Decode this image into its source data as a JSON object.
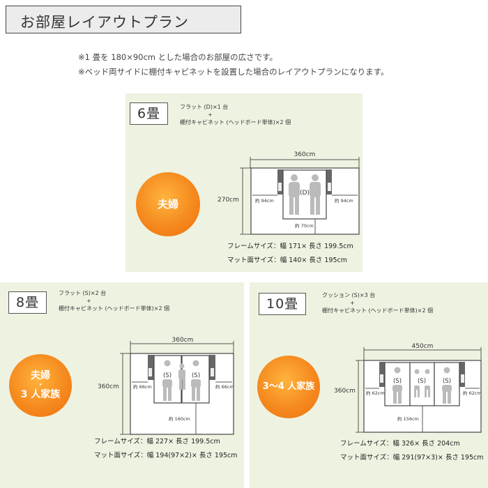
{
  "title": "お部屋レイアウトプラン",
  "notes": [
    "※1 畳を 180×90cm とした場合のお部屋の広さです。",
    "※ベッド両サイドに棚付キャビネットを設置した場合のレイアウトプランになります。"
  ],
  "plans": {
    "six": {
      "size": "6畳",
      "items_line1": "フラット (D)×1 台",
      "plus": "+",
      "items_line2": "棚付キャビネット (ヘッドボード単体)×2 個",
      "circle_label": "夫婦",
      "width_label": "360cm",
      "height_label": "270cm",
      "left_gap": "約 94cm",
      "right_gap": "約 94cm",
      "bottom_gap": "約 70cm",
      "bed_labels": [
        "(D)"
      ],
      "frame_size": "フレームサイズ：幅 171× 長さ 199.5cm",
      "mat_size": "マット面サイズ：幅 140× 長さ 195cm"
    },
    "eight": {
      "size": "8畳",
      "items_line1": "フラット (S)×2 台",
      "plus": "+",
      "items_line2": "棚付キャビネット (ヘッドボード単体)×2 個",
      "circle_label_1": "夫婦",
      "circle_dot": "・",
      "circle_label_2": "3 人家族",
      "width_label": "360cm",
      "height_label": "360cm",
      "left_gap": "約 66cm",
      "right_gap": "約 66cm",
      "bottom_gap": "約 160cm",
      "bed_labels": [
        "(S)",
        "(S)"
      ],
      "frame_size": "フレームサイズ：幅 227× 長さ 199.5cm",
      "mat_size": "マット面サイズ：幅 194(97×2)× 長さ 195cm"
    },
    "ten": {
      "size": "10畳",
      "items_line1": "クッション (S)×3 台",
      "plus": "+",
      "items_line2": "棚付キャビネット (ヘッドボード単体)×2 個",
      "circle_label": "3〜4 人家族",
      "width_label": "450cm",
      "height_label": "360cm",
      "left_gap": "約 62cm",
      "right_gap": "約 62cm",
      "bottom_gap": "約 156cm",
      "bed_labels": [
        "(S)",
        "(S)",
        "(S)"
      ],
      "frame_size": "フレームサイズ：幅 326× 長さ 204cm",
      "mat_size": "マット面サイズ：幅 291(97×3)× 長さ 195cm"
    }
  },
  "colors": {
    "panel": "#eef3e1",
    "circle": "#f58a1e",
    "bed": "#ffffff",
    "cabinet": "#666666",
    "person": "#bbbbbb"
  }
}
